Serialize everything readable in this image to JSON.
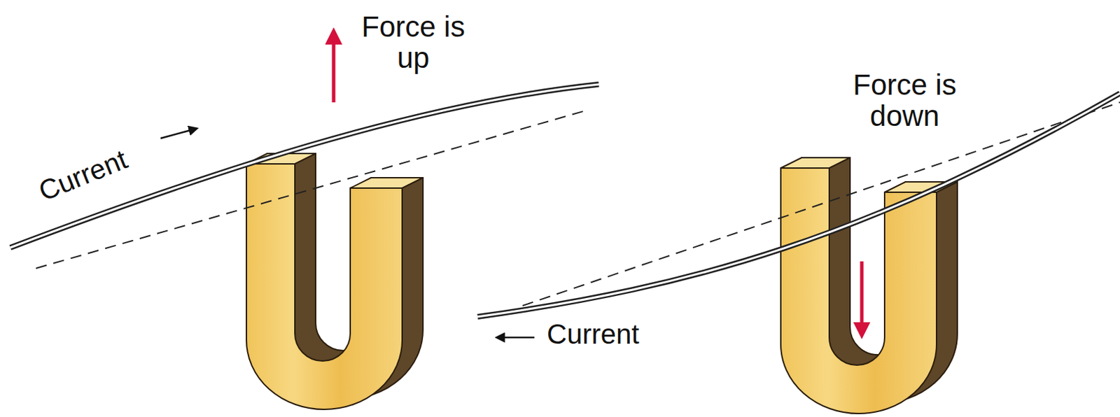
{
  "diagram": {
    "labels": [
      "Force is up",
      "Current",
      "Force is down",
      "Current"
    ]
  }
}
